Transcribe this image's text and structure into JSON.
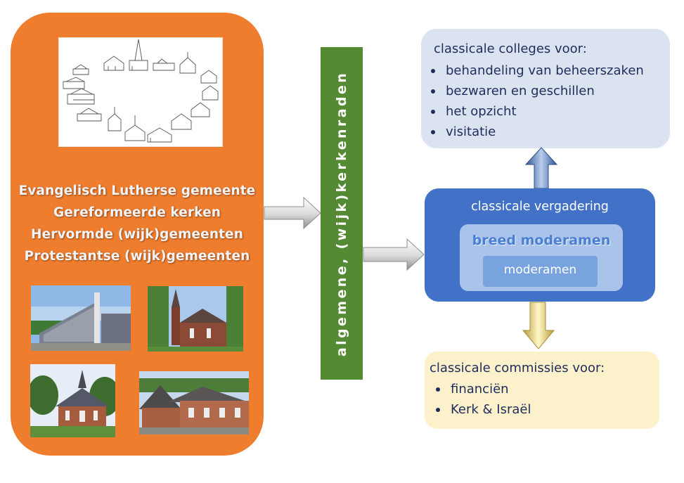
{
  "congregations": [
    "Evangelisch Lutherse gemeente",
    "Gereformeerde kerken",
    "Hervormde (wijk)gemeenten",
    "Protestantse (wijk)gemeenten"
  ],
  "church_councils_label": "algemene, (wijk)kerkenraden",
  "colleges": {
    "title": "classicale colleges voor:",
    "items": [
      "behandeling van beheerszaken",
      "bezwaren en geschillen",
      "het opzicht",
      "visitatie"
    ]
  },
  "meeting": {
    "label": "classicale vergadering",
    "broad_moderamen": "breed moderamen",
    "moderamen": "moderamen"
  },
  "commissions": {
    "title": "classicale commissies voor:",
    "items": [
      "financiën",
      "Kerk & Israël"
    ]
  },
  "colors": {
    "orange_panel": "#ef7d2e",
    "green_bar": "#558a34",
    "colleges_bg": "#dce3f0",
    "meeting_bg": "#4271c8",
    "commissions_bg": "#fdf1cb"
  }
}
